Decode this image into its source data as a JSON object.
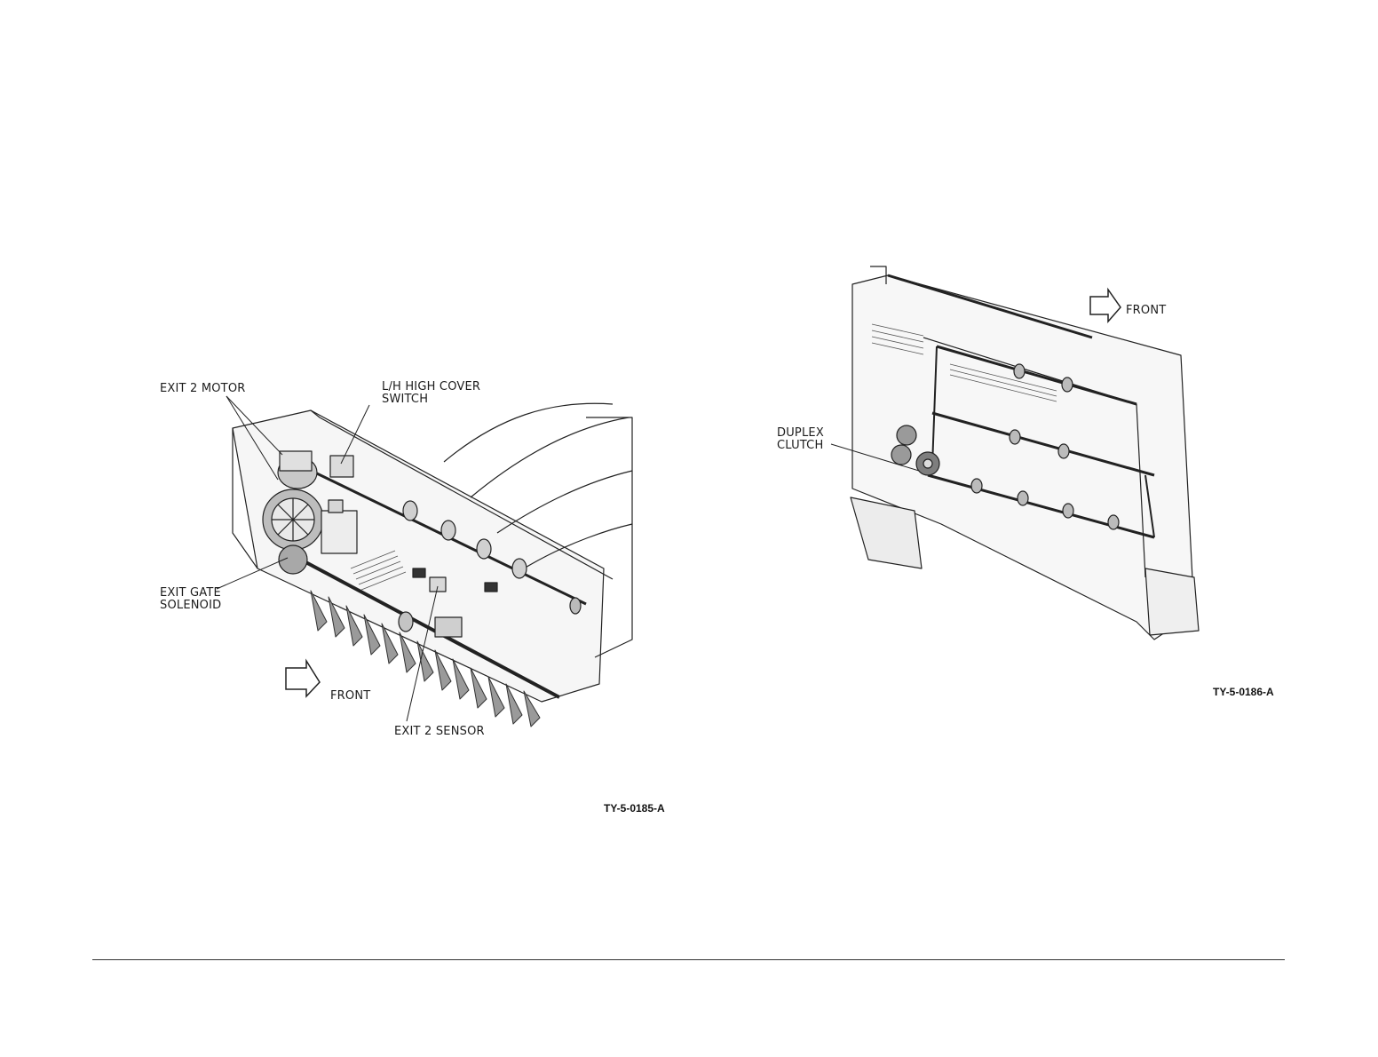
{
  "figure_left": {
    "labels": {
      "exit2_motor": "EXIT 2 MOTOR",
      "lh_switch_line1": "L/H HIGH COVER",
      "lh_switch_line2": "SWITCH",
      "exit_gate_line1": "EXIT GATE",
      "exit_gate_line2": "SOLENOID",
      "exit2_sensor": "EXIT 2 SENSOR",
      "front": "FRONT"
    },
    "figure_id": "TY-5-0185-A"
  },
  "figure_right": {
    "labels": {
      "duplex_line1": "DUPLEX",
      "duplex_line2": "CLUTCH",
      "front": "FRONT"
    },
    "figure_id": "TY-5-0186-A"
  }
}
